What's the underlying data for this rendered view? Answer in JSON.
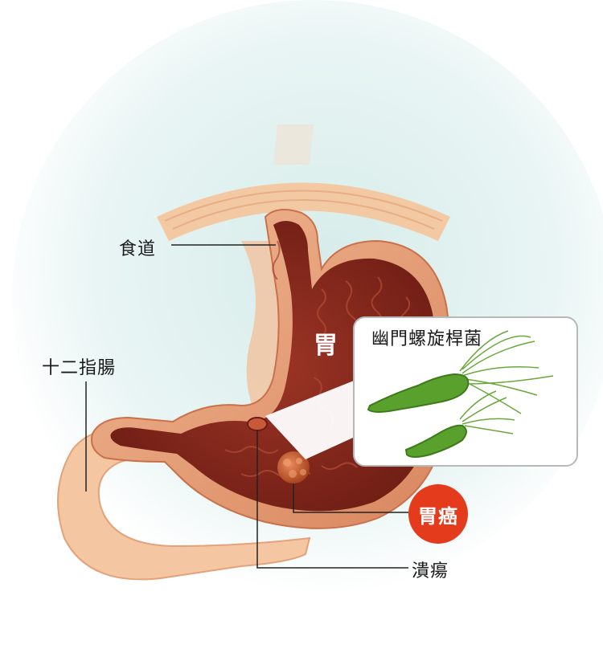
{
  "labels": {
    "esophagus": "食道",
    "duodenum": "十二指腸",
    "stomach": "胃",
    "h_pylori": "幽門螺旋桿菌",
    "gastric_cancer": "胃癌",
    "ulcer": "潰瘍"
  },
  "colors": {
    "background_glow": "#dcefee",
    "diaphragm": "#f3c9a4",
    "stomach_wall": "#e5a07b",
    "stomach_inner": "#8a2a1d",
    "bacteria": "#5aa02c",
    "cancer_badge": "#e43b1c",
    "leader_line": "#222222"
  }
}
